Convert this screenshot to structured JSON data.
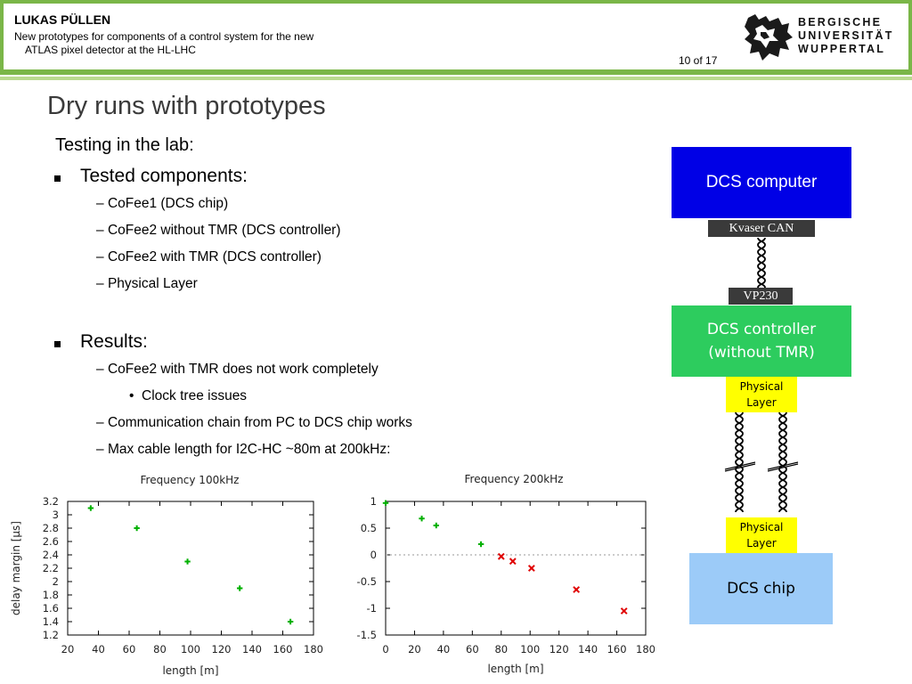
{
  "header": {
    "author": "LUKAS PÜLLEN",
    "talk_title_line1": "New prototypes for components of a control system for the new",
    "talk_title_line2": "ATLAS pixel detector at the HL-LHC",
    "page": "10 of 17",
    "university_line1": "BERGISCHE",
    "university_line2": "UNIVERSITÄT",
    "university_line3": "WUPPERTAL",
    "accent_color": "#7ab648"
  },
  "slide": {
    "title": "Dry runs with prototypes",
    "intro": "Testing in the lab:",
    "tested_heading": "Tested components:",
    "tested_items": [
      "CoFee1 (DCS chip)",
      "CoFee2 without TMR (DCS controller)",
      "CoFee2 with TMR (DCS controller)",
      "Physical Layer"
    ],
    "results_heading": "Results:",
    "results_items": [
      "CoFee2 with TMR does not work completely",
      "Clock tree issues",
      "Communication chain from PC to DCS chip works",
      "Max cable length for I2C-HC ~80m at 200kHz:"
    ]
  },
  "diagram": {
    "dcs_computer": "DCS computer",
    "kvaser": "Kvaser CAN",
    "vp230": "VP230",
    "dcs_controller_line1": "DCS controller",
    "dcs_controller_line2": "(without TMR)",
    "physical_layer_line1": "Physical",
    "physical_layer_line2": "Layer",
    "dcs_chip": "DCS chip",
    "colors": {
      "dcs_computer": "#0000e6",
      "dcs_controller": "#2dcc5e",
      "physical_layer": "#ffff00",
      "dcs_chip": "#9ccbf8",
      "label_box": "#3a3a3a"
    }
  },
  "chart_data": [
    {
      "type": "scatter",
      "title": "Frequency 100kHz",
      "xlabel": "length [m]",
      "ylabel": "delay margin [µs]",
      "xlim": [
        20,
        180
      ],
      "ylim": [
        1.2,
        3.2
      ],
      "xticks": [
        20,
        40,
        60,
        80,
        100,
        120,
        140,
        160,
        180
      ],
      "yticks": [
        1.2,
        1.4,
        1.6,
        1.8,
        2,
        2.2,
        2.4,
        2.6,
        2.8,
        3,
        3.2
      ],
      "series": [
        {
          "marker": "+",
          "color": "#00b000",
          "x": [
            35,
            65,
            98,
            132,
            165
          ],
          "y": [
            3.1,
            2.8,
            2.3,
            1.9,
            1.4
          ]
        }
      ]
    },
    {
      "type": "scatter",
      "title": "Frequency 200kHz",
      "xlabel": "length [m]",
      "ylabel": "",
      "xlim": [
        0,
        180
      ],
      "ylim": [
        -1.5,
        1
      ],
      "xticks": [
        0,
        20,
        40,
        60,
        80,
        100,
        120,
        140,
        160,
        180
      ],
      "yticks": [
        -1.5,
        -1,
        -0.5,
        0,
        0.5,
        1
      ],
      "zero_line": true,
      "series": [
        {
          "marker": "+",
          "color": "#00b000",
          "x": [
            0,
            25,
            35,
            66
          ],
          "y": [
            0.97,
            0.68,
            0.55,
            0.2
          ]
        },
        {
          "marker": "x",
          "color": "#e00000",
          "x": [
            80,
            88,
            101,
            132,
            165
          ],
          "y": [
            -0.03,
            -0.12,
            -0.25,
            -0.65,
            -1.05
          ]
        }
      ]
    }
  ]
}
